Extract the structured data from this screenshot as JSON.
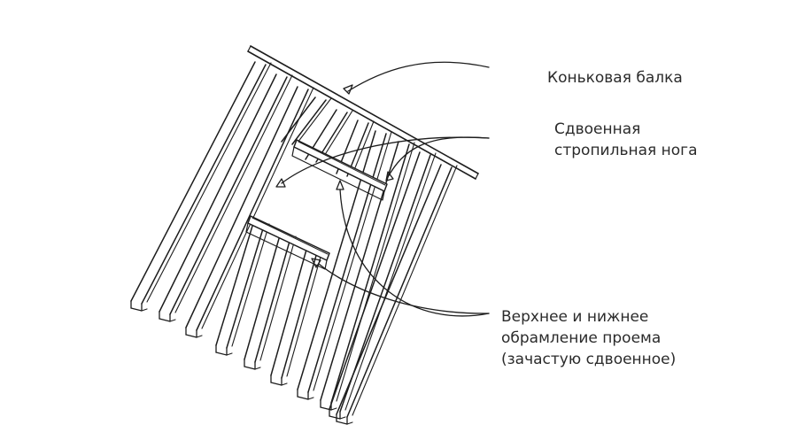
{
  "labels": {
    "ridge_beam": "Коньковая балка",
    "double_rafter_line1": "Сдвоенная",
    "double_rafter_line2": "стропильная нога",
    "header_line1": "Верхнее и нижнее",
    "header_line2": "обрамление проема",
    "header_line3": "(зачастую сдвоенное)"
  },
  "colors": {
    "ink": "#1d1d1d",
    "text": "#2b2b2b",
    "background": "#ffffff"
  }
}
